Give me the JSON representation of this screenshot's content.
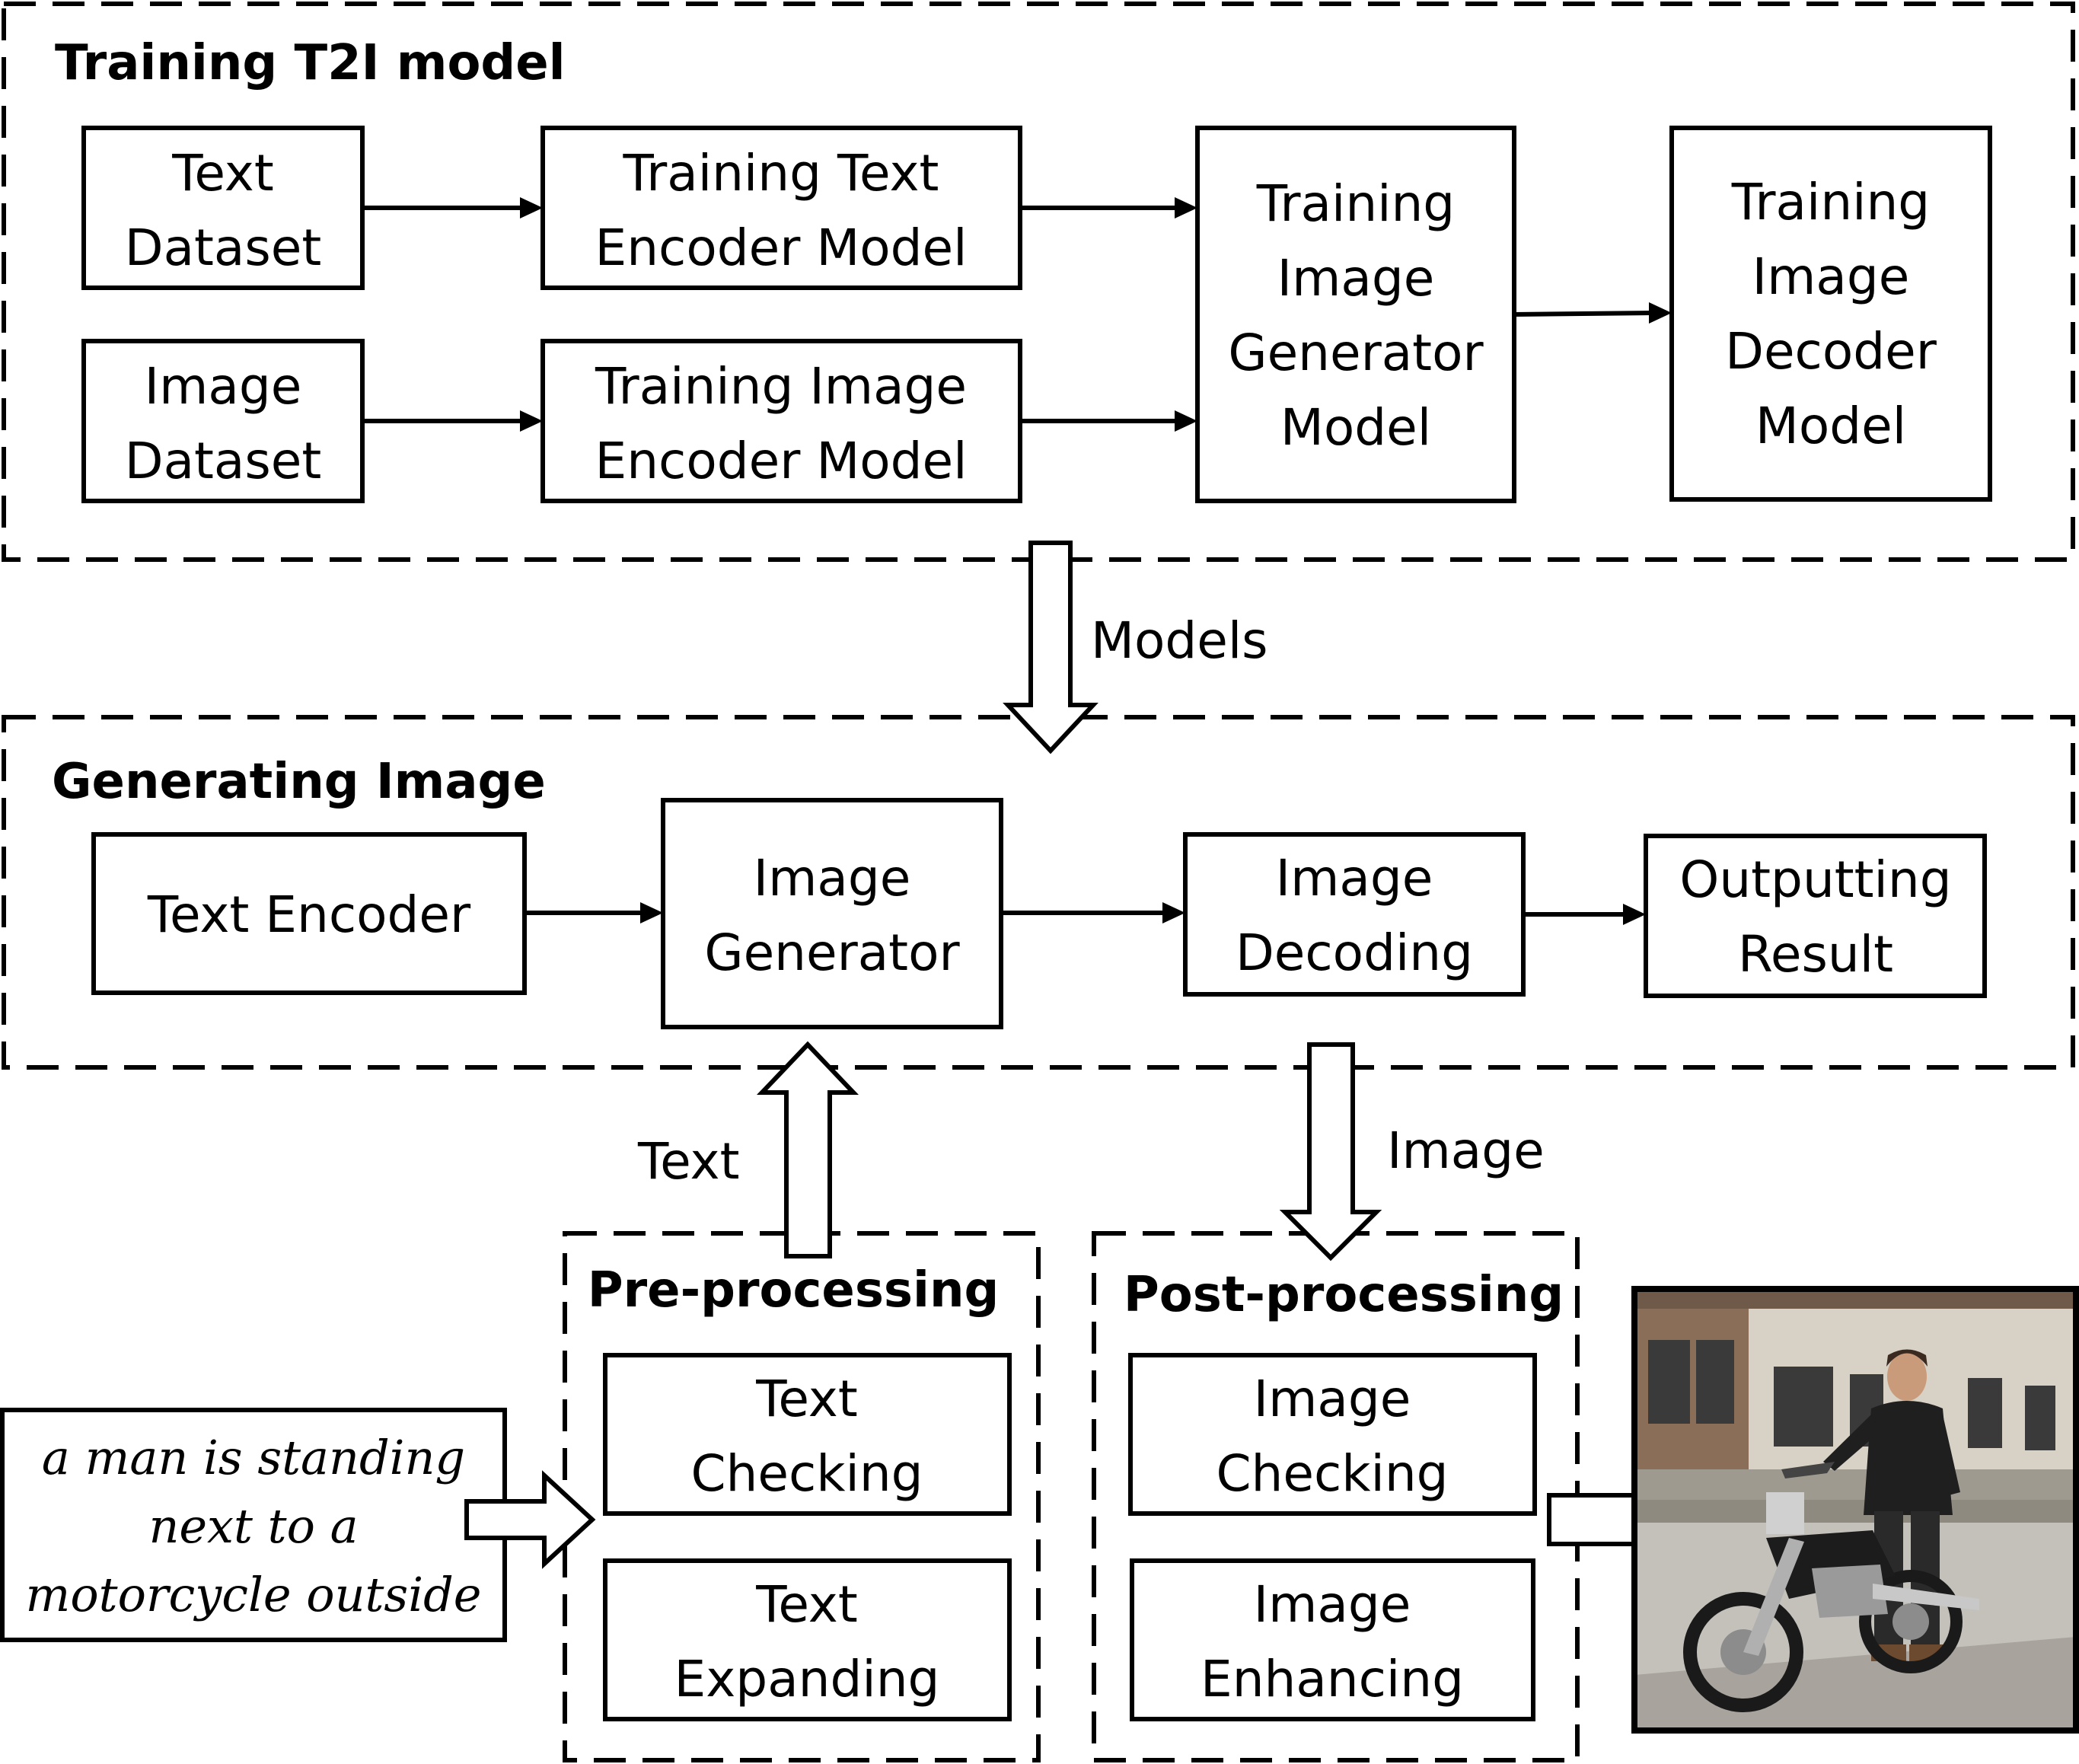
{
  "sections": {
    "training": {
      "title": "Training T2I model"
    },
    "generating": {
      "title": "Generating Image"
    },
    "preprocessing": {
      "title": "Pre-processing"
    },
    "postprocessing": {
      "title": "Post-processing"
    }
  },
  "boxes": {
    "text_dataset": [
      "Text",
      "Dataset"
    ],
    "image_dataset": [
      "Image",
      "Dataset"
    ],
    "training_text_encoder": [
      "Training Text",
      "Encoder Model"
    ],
    "training_image_encoder": [
      "Training Image",
      "Encoder Model"
    ],
    "training_image_generator": [
      "Training",
      "Image",
      "Generator",
      "Model"
    ],
    "training_image_decoder": [
      "Training",
      "Image",
      "Decoder",
      "Model"
    ],
    "text_encoder": [
      "Text Encoder"
    ],
    "image_generator": [
      "Image",
      "Generator"
    ],
    "image_decoding": [
      "Image",
      "Decoding"
    ],
    "outputting_result": [
      "Outputting",
      "Result"
    ],
    "text_checking": [
      "Text",
      "Checking"
    ],
    "text_expanding": [
      "Text",
      "Expanding"
    ],
    "image_checking": [
      "Image",
      "Checking"
    ],
    "image_enhancing": [
      "Image",
      "Enhancing"
    ]
  },
  "prompt": [
    "a man is standing",
    "next to a",
    "motorcycle outside"
  ],
  "flow_labels": {
    "models": "Models",
    "text": "Text",
    "image": "Image"
  },
  "colors": {
    "stroke": "#000000",
    "background": "#ffffff"
  }
}
